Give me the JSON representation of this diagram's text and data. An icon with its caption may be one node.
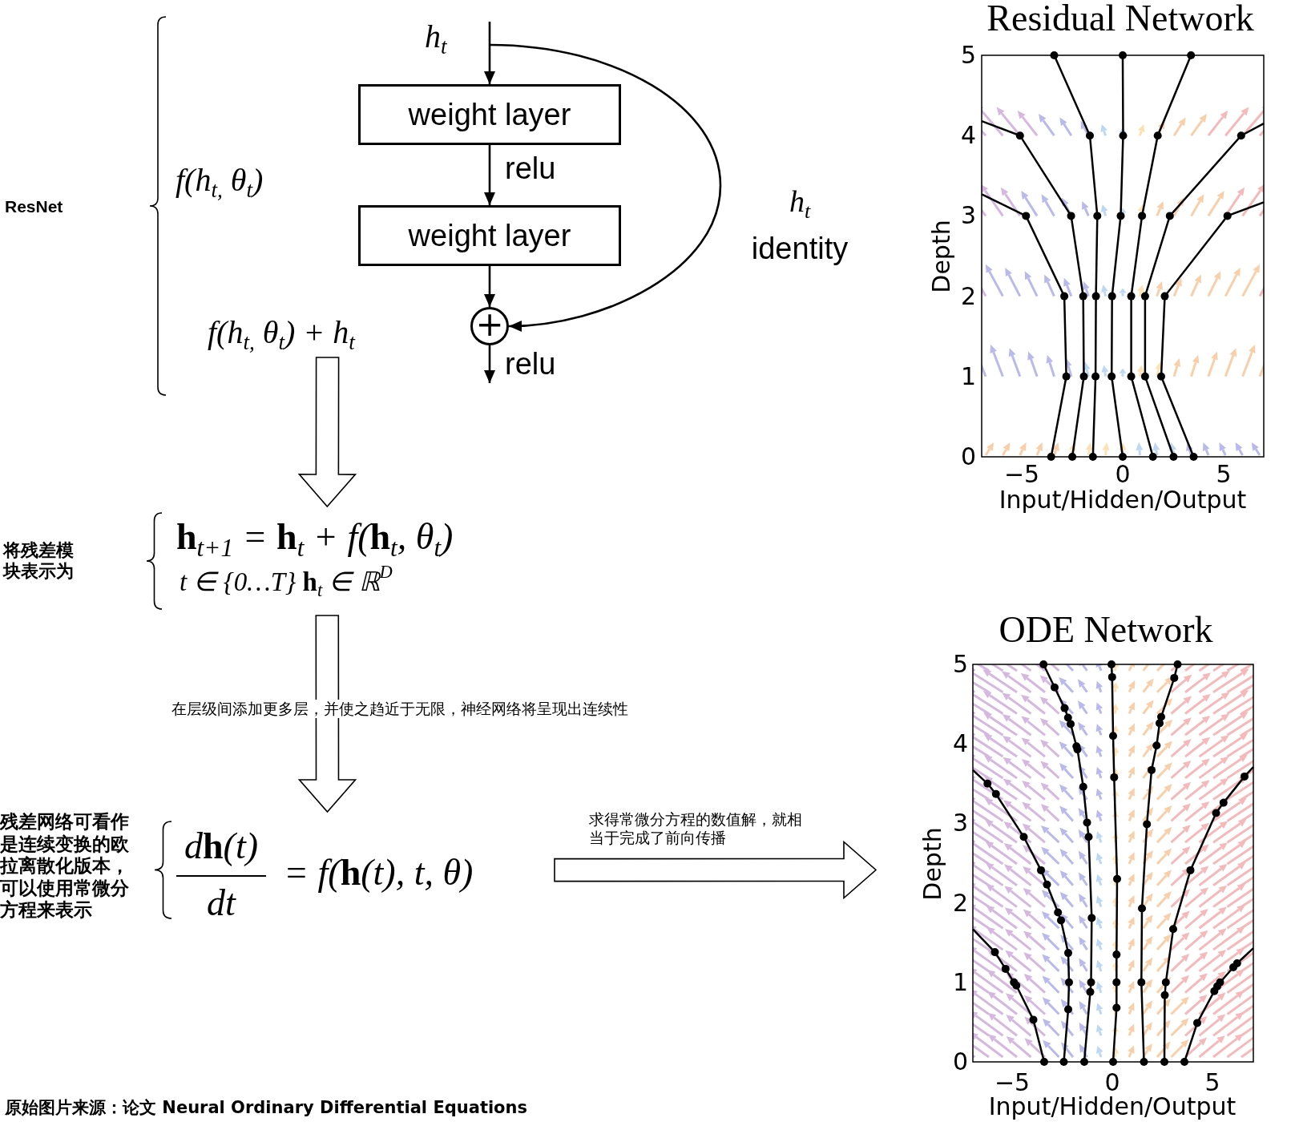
{
  "diagram": {
    "caption": "原始图片来源：论文 Neural Ordinary Differential Equations",
    "nodes": [
      {
        "text": [
          "weight layer"
        ]
      },
      {
        "text": [
          "weight layer"
        ]
      },
      {
        "text": [
          "+"
        ]
      },
      {
        "text": [
          "f(h$_{t,}$ θ$_{t}$) + h$_{t}$"
        ]
      },
      {
        "text": [
          "Residual Network"
        ],
        "beside": [
          "5",
          "4",
          "3",
          "2",
          "1",
          "0",
          "Depth",
          "−5",
          "0",
          "5",
          "Input/Hidden/Output"
        ]
      },
      {
        "text": [
          "**h**$_{t+1}$ = **h**$_{t}$ + f(**h**$_{t}$, θ$_{t}$)",
          "t ∈ {0…T} **h**$_{t}$ ∈ ℝ$^{D}$"
        ]
      },
      {
        "text": [
          "d**h**(t)",
          "dt",
          "= f(**h**(t), t, θ)"
        ]
      },
      {
        "text": [
          "ODE Network"
        ],
        "beside": [
          "5",
          "4",
          "3",
          "2",
          "1",
          "0",
          "Depth",
          "−5",
          "0",
          "5",
          "Input/Hidden/Output"
        ]
      }
    ],
    "edges": [
      {
        "from": null,
        "to": 0,
        "arrow": "to",
        "label": "h$_{t}$"
      },
      {
        "from": 0,
        "to": 1,
        "arrow": "to",
        "label": "relu"
      },
      {
        "from": 1,
        "to": 2,
        "arrow": "to"
      },
      {
        "from": null,
        "to": 2,
        "arrow": "to",
        "label": "*h*$_{t}$ identity"
      },
      {
        "from": 2,
        "to": null,
        "arrow": "to",
        "label": "relu"
      },
      {
        "from": 3,
        "to": 5,
        "arrow": "to",
        "style": "thick"
      },
      {
        "from": 5,
        "to": 6,
        "arrow": "to",
        "style": "thick",
        "label": "在层级间添加更多层，并使之趋近于无限，神经网络将呈现出连续性"
      },
      {
        "from": 6,
        "to": 7,
        "arrow": "to",
        "style": "thick",
        "label": "求得常微分方程的数值解，就相当于完成了前向传播"
      }
    ],
    "labels": [
      "ResNet",
      "f(h$_{t,}$ θ$_{t}$)",
      "将残差模块表示为",
      "残差网络可看作是连续变换的欧拉离散化版本，可以使用常微分方程来表示"
    ]
  }
}
